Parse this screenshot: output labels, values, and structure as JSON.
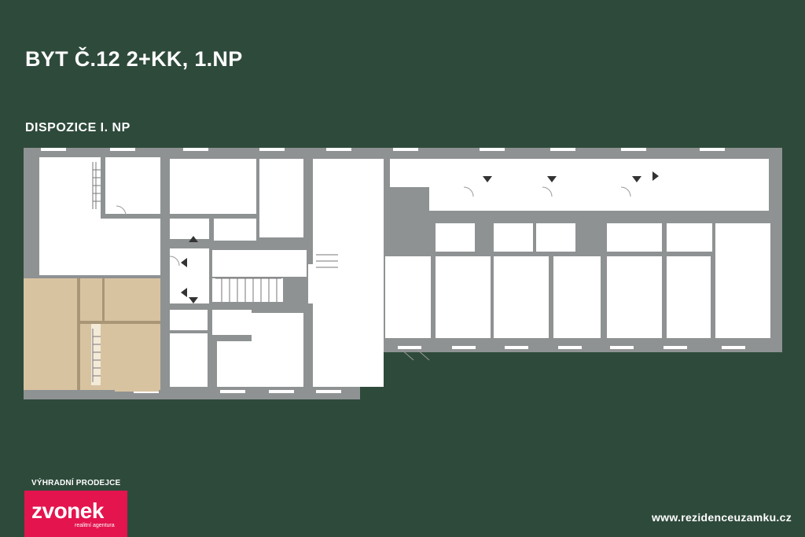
{
  "header": {
    "title": "BYT Č.12 2+KK, 1.NP",
    "subtitle": "DISPOZICE I. NP"
  },
  "floor_plan": {
    "highlighted_unit": "BYT Č.12",
    "colors": {
      "background": "#2e4a3b",
      "wall": "#8f9293",
      "room": "#ffffff",
      "highlight": "#d8c3a1",
      "logo": "#e4144e"
    }
  },
  "footer": {
    "seller_label": "VÝHRADNÍ PRODEJCE",
    "logo_word": "zvonek",
    "logo_tagline": "realitní agentura",
    "website": "www.rezidenceuzamku.cz"
  }
}
